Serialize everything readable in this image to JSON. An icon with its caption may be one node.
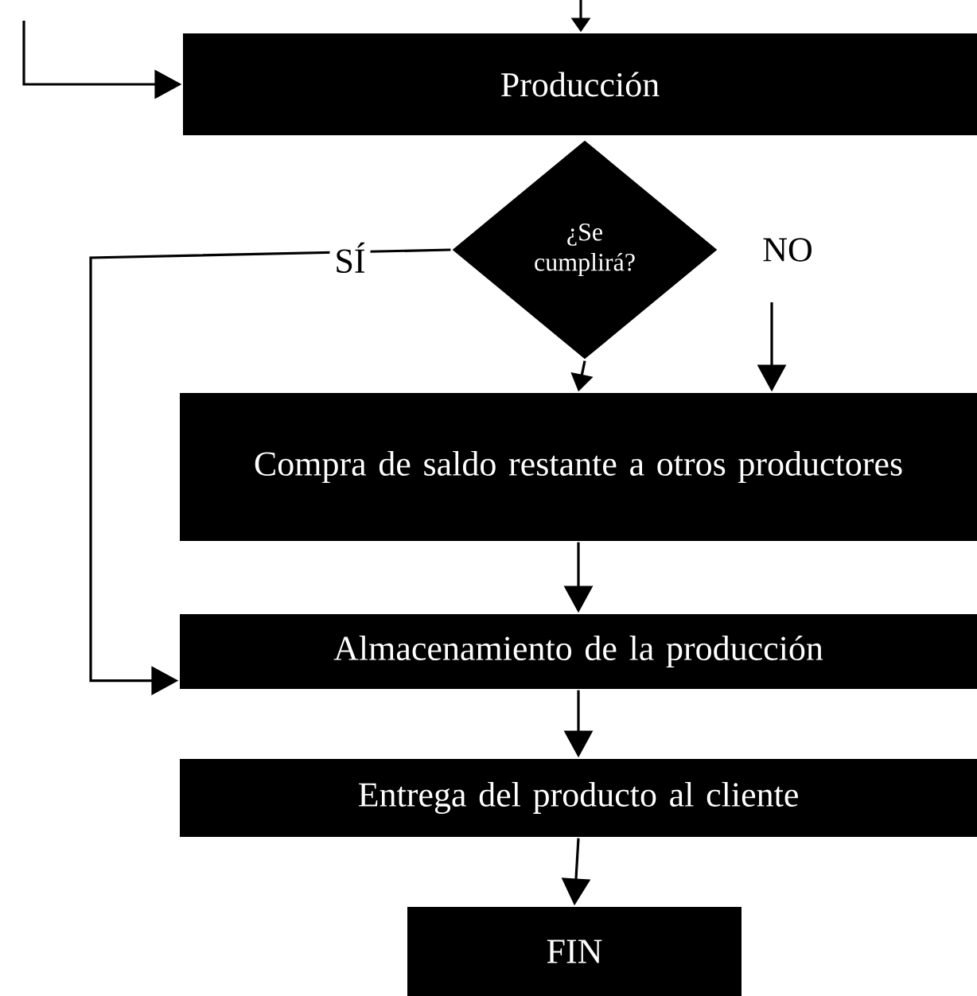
{
  "diagram": {
    "nodes": [
      {
        "text": [
          "Producción"
        ]
      },
      {
        "text": [
          "¿Se cumplirá?"
        ]
      },
      {
        "text": [
          "Compra de saldo restante a otros productores"
        ]
      },
      {
        "text": [
          "Almacenamiento de la producción"
        ]
      },
      {
        "text": [
          "Entrega del producto al cliente"
        ]
      },
      {
        "text": [
          "FIN"
        ]
      }
    ],
    "edges": [
      {
        "from": null,
        "to": 0,
        "arrow": "to"
      },
      {
        "from": null,
        "to": 0,
        "arrow": "to"
      },
      {
        "from": 1,
        "to": 2,
        "arrow": "to"
      },
      {
        "from": null,
        "to": 2,
        "arrow": "to"
      },
      {
        "from": 1,
        "to": 3,
        "arrow": "to",
        "label": "SÍ"
      },
      {
        "from": 2,
        "to": 3,
        "arrow": "to"
      },
      {
        "from": 3,
        "to": 4,
        "arrow": "to"
      },
      {
        "from": 4,
        "to": 5,
        "arrow": "to"
      }
    ],
    "labels": [
      "NO"
    ]
  }
}
